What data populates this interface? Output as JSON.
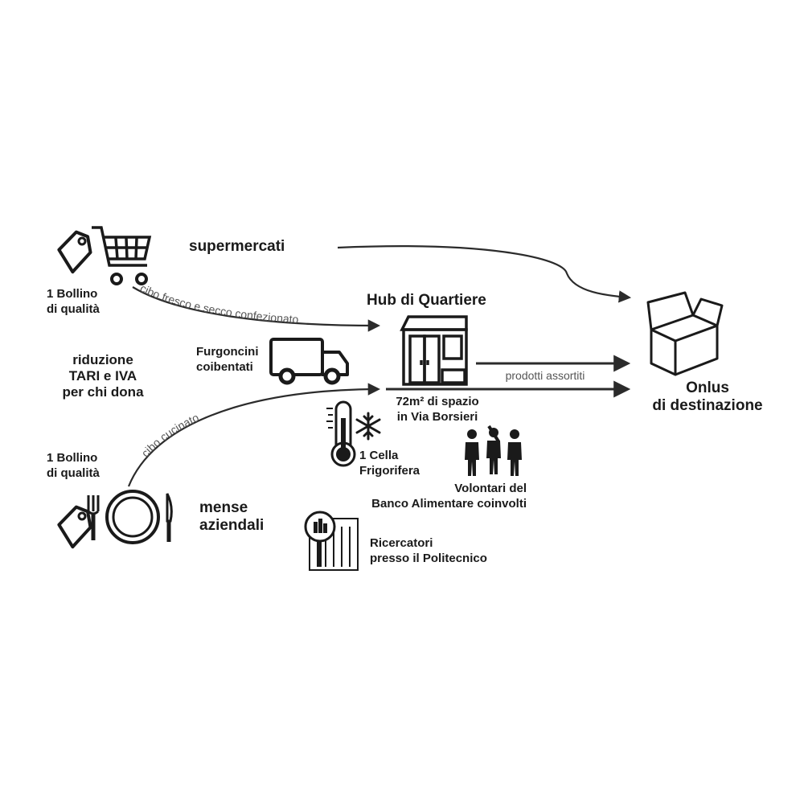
{
  "nodes": {
    "supermercati": "supermercati",
    "hub_title": "Hub di Quartiere",
    "onlus_line1": "Onlus",
    "onlus_line2": "di destinazione",
    "mense_line1": "mense",
    "mense_line2": "aziendali",
    "riduzione_line1": "riduzione",
    "riduzione_line2": "TARI e IVA",
    "riduzione_line3": "per chi dona",
    "furgoncini_line1": "Furgoncini",
    "furgoncini_line2": "coibentati",
    "bollino_top_line1": "1 Bollino",
    "bollino_top_line2": "di qualità",
    "bollino_bottom_line1": "1 Bollino",
    "bollino_bottom_line2": "di qualità",
    "spazio_line1": "72m² di spazio",
    "spazio_line2": "in Via Borsieri",
    "cella_line1": "1 Cella",
    "cella_line2": "Frigorifera",
    "volontari_line1": "Volontari del",
    "volontari_line2": "Banco Alimentare coinvolti",
    "ricercatori_line1": "Ricercatori",
    "ricercatori_line2": "presso il Politecnico"
  },
  "edges": {
    "cibo_fresco": "cibo fresco e secco confezionato",
    "cibo_cucinato": "cibo cucinato",
    "prodotti_assortiti": "prodotti assortiti"
  },
  "icons": [
    "price-tag-icon",
    "shopping-cart-icon",
    "delivery-van-icon",
    "shop-building-icon",
    "cardboard-box-icon",
    "thermometer-icon",
    "snowflake-icon",
    "people-icon",
    "fork-icon",
    "plate-icon",
    "knife-icon",
    "research-building-icon"
  ],
  "colors": {
    "ink": "#1a1a1a",
    "line": "#2b2b2b",
    "edge_label": "#555555"
  }
}
